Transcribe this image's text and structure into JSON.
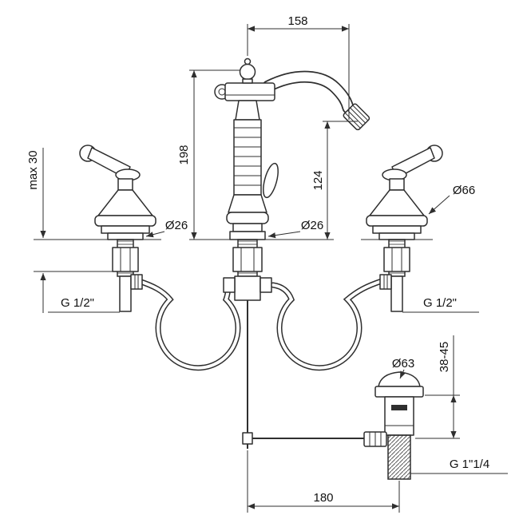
{
  "drawing": {
    "dims": {
      "spout_reach": "158",
      "spout_height": "198",
      "outlet_height": "124",
      "max_deck": "max 30",
      "handle_dia": "Ø66",
      "hole_dia_left": "Ø26",
      "hole_dia_center": "Ø26",
      "inlet_thread_left": "G 1/2\"",
      "inlet_thread_right": "G 1/2\"",
      "waste_dia": "Ø63",
      "waste_clamp_range": "38-45",
      "waste_thread": "G 1\"1/4",
      "waste_offset": "180"
    }
  }
}
